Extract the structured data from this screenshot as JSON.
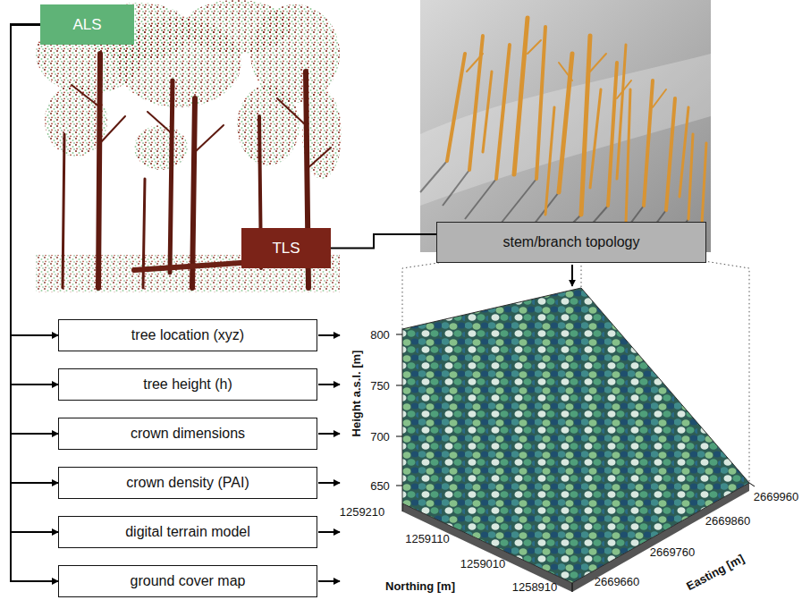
{
  "diagram": {
    "nodes": [
      {
        "text": [
          "ALS"
        ]
      },
      {
        "text": [
          "stem/branch topology"
        ]
      },
      {
        "text": [
          "TLS"
        ]
      },
      {
        "text": [
          "tree location (xyz)"
        ]
      },
      {
        "text": [
          "tree height (h)"
        ]
      },
      {
        "text": [
          "crown dimensions"
        ]
      },
      {
        "text": [
          "crown density (PAI)"
        ]
      },
      {
        "text": [
          "digital terrain model"
        ]
      },
      {
        "text": [
          "ground cover map"
        ]
      }
    ],
    "edges": [
      {
        "from": 2,
        "to": 1,
        "arrow": "none"
      },
      {
        "from": 0,
        "to": 3,
        "arrow": "to"
      },
      {
        "from": 0,
        "to": 4,
        "arrow": "to"
      },
      {
        "from": 0,
        "to": 5,
        "arrow": "to"
      },
      {
        "from": 0,
        "to": 6,
        "arrow": "to"
      },
      {
        "from": 0,
        "to": 7,
        "arrow": "to"
      },
      {
        "from": 0,
        "to": 8,
        "arrow": "to"
      }
    ],
    "labels": [
      "Height a.s.l. [m]",
      "800",
      "750",
      "700",
      "650",
      "1259210",
      "1259110",
      "1259010",
      "1258910",
      "Northing [m]",
      "2669960",
      "2669860",
      "2669760",
      "2669660",
      "Easting [m]"
    ]
  }
}
